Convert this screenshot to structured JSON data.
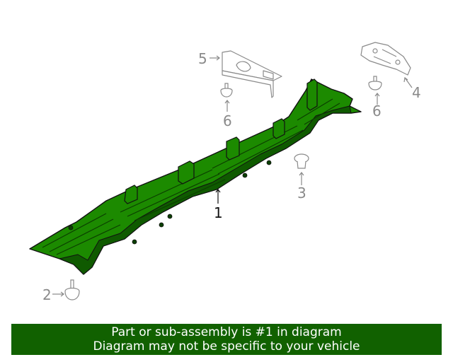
{
  "diagram": {
    "callouts": {
      "c1": "1",
      "c2": "2",
      "c3": "3",
      "c4": "4",
      "c5": "5",
      "c6a": "6",
      "c6b": "6"
    },
    "colors": {
      "highlight_fill": "#1c8a00",
      "highlight_dark": "#0f5a00",
      "outline": "#111111",
      "sub_part": "#8a8a8a"
    }
  },
  "banner": {
    "line1": "Part or sub-assembly is #1 in diagram",
    "line2": "Diagram may not be specific to your vehicle",
    "color": "#116100"
  }
}
